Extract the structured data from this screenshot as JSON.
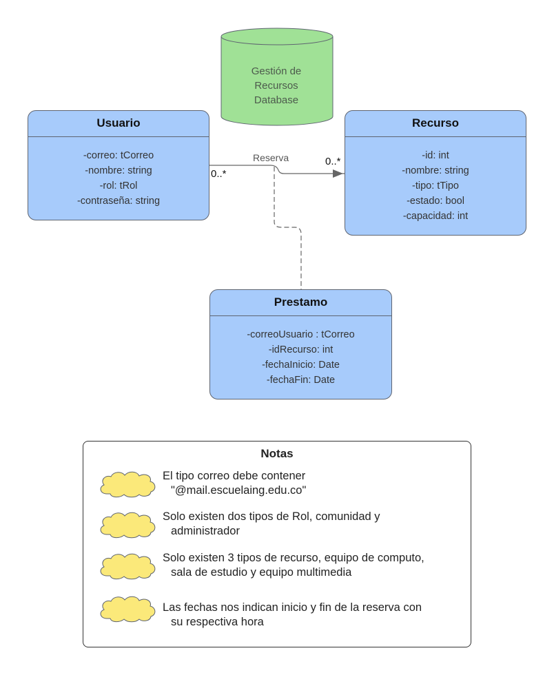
{
  "database": {
    "lines": [
      "Gestión de",
      "Recursos",
      "Database"
    ]
  },
  "classes": {
    "usuario": {
      "name": "Usuario",
      "attributes": [
        "-correo: tCorreo",
        "-nombre: string",
        "-rol: tRol",
        "-contraseña: string"
      ]
    },
    "recurso": {
      "name": "Recurso",
      "attributes": [
        "-id: int",
        "-nombre: string",
        "-tipo: tTipo",
        "-estado: bool",
        "-capacidad: int"
      ]
    },
    "prestamo": {
      "name": "Prestamo",
      "attributes": [
        "-correoUsuario : tCorreo",
        "-idRecurso: int",
        "-fechaInicio: Date",
        "-fechaFin: Date"
      ]
    }
  },
  "association": {
    "label": "Reserva",
    "source_multiplicity": "0..*",
    "target_multiplicity": "0..*"
  },
  "notes": {
    "title": "Notas",
    "items": [
      {
        "lines": [
          "El tipo correo debe contener",
          "\"@mail.escuelaing.edu.co\""
        ]
      },
      {
        "lines": [
          "Solo existen dos tipos de Rol, comunidad y",
          "administrador"
        ]
      },
      {
        "lines": [
          "Solo existen 3 tipos de recurso, equipo de computo,",
          "sala de estudio y equipo multimedia"
        ]
      },
      {
        "lines": [
          "Las fechas nos indican inicio y fin de la reserva con",
          "su respectiva hora"
        ]
      }
    ]
  },
  "colors": {
    "class_fill": "#a7cbfb",
    "database_fill": "#a0e196",
    "note_icon_fill": "#fbe97a",
    "border": "#5e6470"
  }
}
